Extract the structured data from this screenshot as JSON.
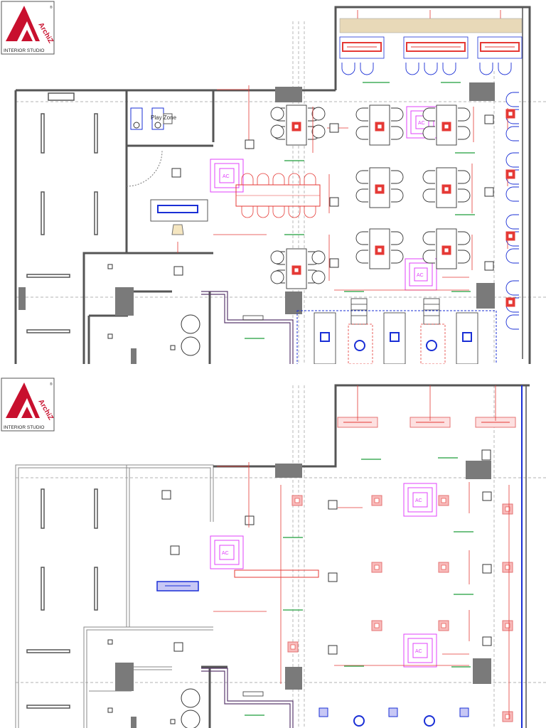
{
  "brand": {
    "name": "ArchiZ",
    "studio": "INTERIOR STUDIO",
    "reg": "®",
    "color": "#c8102e"
  },
  "plans": [
    {
      "id": "furniture-layout-plan",
      "play_zone_label": "Play Zone",
      "ac_label": "AC"
    },
    {
      "id": "reflected-ceiling-plan",
      "ac_label": "AC"
    }
  ],
  "colors": {
    "wall": "#555555",
    "wall_fill": "#7a7a7a",
    "light": "#e53935",
    "ac": "#e040fb",
    "blue": "#1a2fd6",
    "green": "#1e9e3a",
    "wood": "#e8d9b8",
    "dashed": "#9a9a9a"
  }
}
